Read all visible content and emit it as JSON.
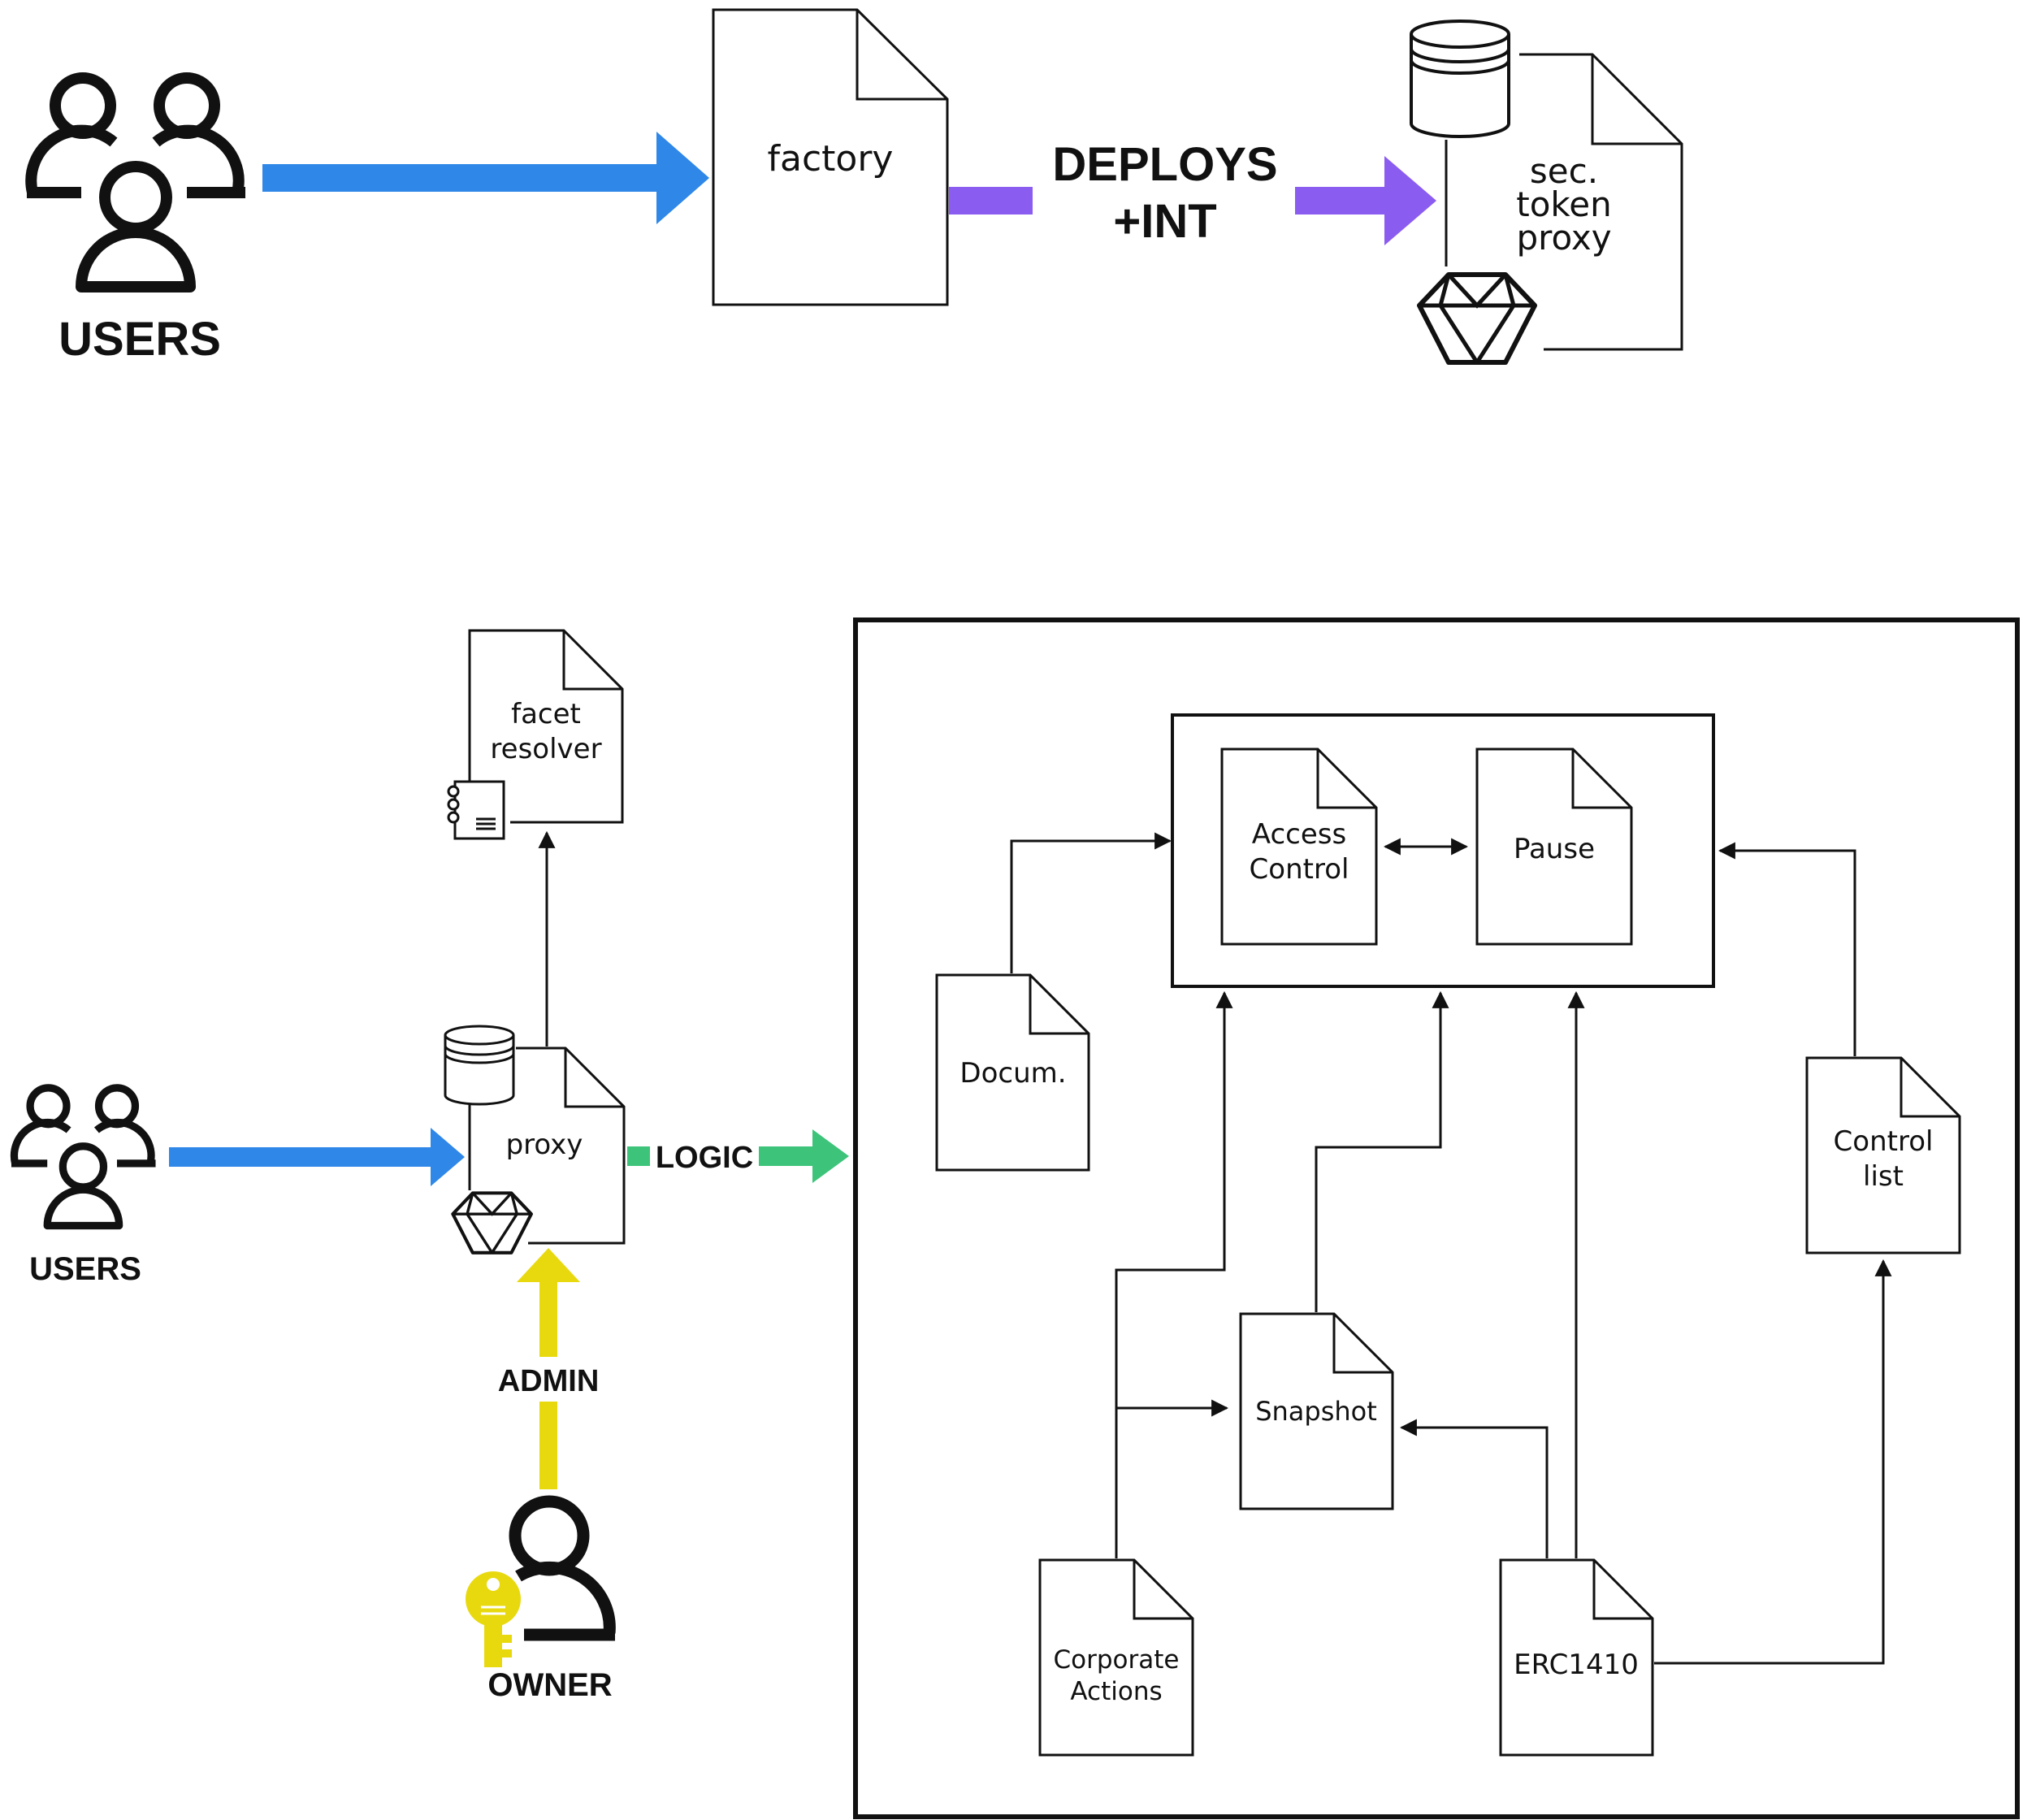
{
  "colors": {
    "users_arrow": "#2f87e8",
    "deploys_arrow": "#8b5cf0",
    "logic_arrow": "#3dc47a",
    "admin_arrow": "#e8d90f",
    "key": "#e8d90f",
    "ink": "#111111"
  },
  "icons": [
    "users-icon",
    "owner-icon",
    "key-icon",
    "database-icon",
    "diamond-icon",
    "notebook-icon",
    "document-icon"
  ],
  "top": {
    "users_label": "USERS",
    "factory_label": "factory",
    "deploys_line1": "DEPLOYS",
    "deploys_line2": "+INT",
    "sec_token_proxy": [
      "sec.",
      "token",
      "proxy"
    ]
  },
  "bottom": {
    "users_label": "USERS",
    "facet_resolver": [
      "facet",
      "resolver"
    ],
    "proxy_label": "proxy",
    "logic_label": "LOGIC",
    "admin_label": "ADMIN",
    "owner_label": "OWNER",
    "facets": {
      "access_control": [
        "Access",
        "Control"
      ],
      "pause": "Pause",
      "docum": "Docum.",
      "control_list": [
        "Control",
        "list"
      ],
      "snapshot": "Snapshot",
      "corporate_actions": [
        "Corporate",
        "Actions"
      ],
      "erc1410": "ERC1410"
    }
  }
}
